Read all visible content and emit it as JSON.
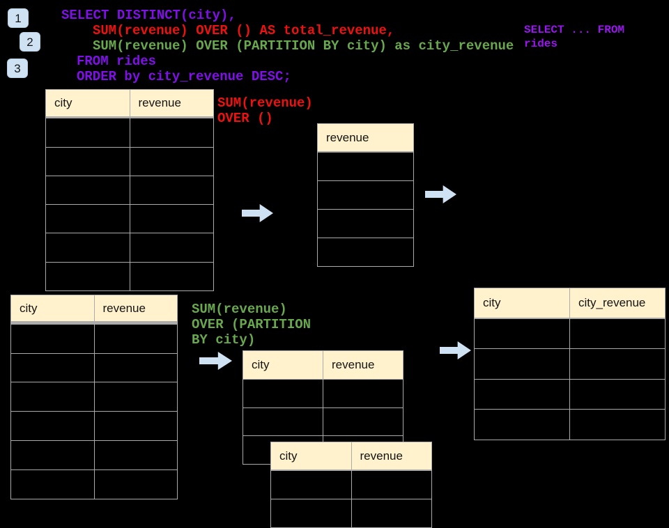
{
  "colors": {
    "background": "#000000",
    "code_purple": "#7f10e8",
    "code_red": "#ee1111",
    "code_green": "#6aa84f",
    "snippet_purple": "#9a15ef",
    "table_header_bg": "#fff2cc",
    "grid_line": "#ababab",
    "arrow_blue": "#cfe2f3",
    "badge_blue": "#cfe2f3"
  },
  "badges": [
    {
      "label": "1"
    },
    {
      "label": "2"
    },
    {
      "label": "3"
    }
  ],
  "code": {
    "line1": "SELECT DISTINCT(city),",
    "line2": "SUM(revenue) OVER () AS total_revenue,",
    "line3": "SUM(revenue) OVER (PARTITION BY city) as city_revenue",
    "line4": "FROM rides",
    "line5": "ORDER by city_revenue DESC;"
  },
  "snippet": {
    "line1": "SELECT ... FROM",
    "line2": "rides"
  },
  "label_total": {
    "line1": "SUM(revenue)",
    "line2": "OVER ()"
  },
  "label_partition": {
    "line1": "SUM(revenue)",
    "line2": "OVER (PARTITION",
    "line3": "BY city)"
  },
  "tables": {
    "source_top": {
      "headers": [
        "city",
        "revenue"
      ],
      "rows": 6
    },
    "total_result": {
      "headers": [
        "revenue"
      ],
      "rows": 4
    },
    "source_bottom": {
      "headers": [
        "city",
        "revenue"
      ],
      "rows": 6
    },
    "partition_input": {
      "headers": [
        "city",
        "revenue"
      ],
      "rows": 3
    },
    "partition_overlay": {
      "headers": [
        "city",
        "revenue"
      ],
      "rows": 2
    },
    "final_result": {
      "headers": [
        "city",
        "city_revenue"
      ],
      "rows": 4
    }
  }
}
